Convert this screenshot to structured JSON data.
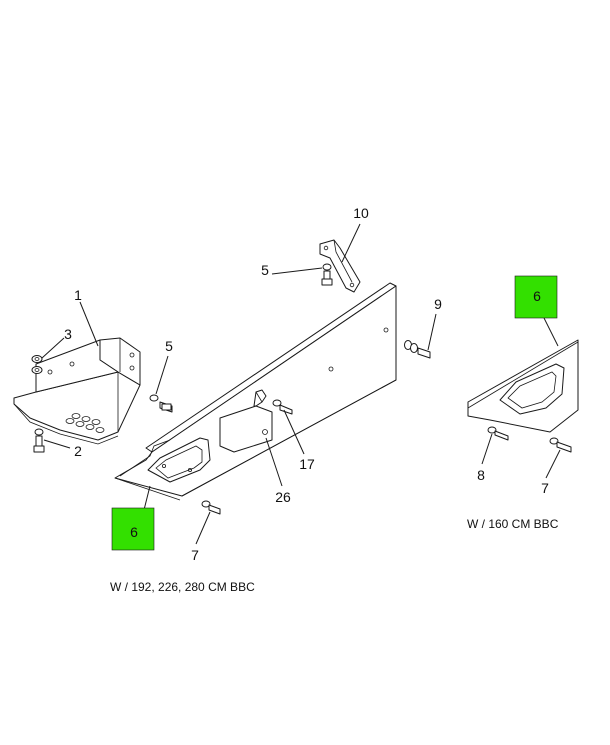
{
  "highlight_color": "#33e000",
  "captions": {
    "left_assembly": "W / 192, 226, 280 CM BBC",
    "right_assembly": "W / 160 CM BBC"
  },
  "callouts": {
    "c1": "1",
    "c2": "2",
    "c3": "3",
    "c5a": "5",
    "c5b": "5",
    "c6a": "6",
    "c6b": "6",
    "c7a": "7",
    "c7b": "7",
    "c8": "8",
    "c9": "9",
    "c10": "10",
    "c17": "17",
    "c26": "26"
  }
}
